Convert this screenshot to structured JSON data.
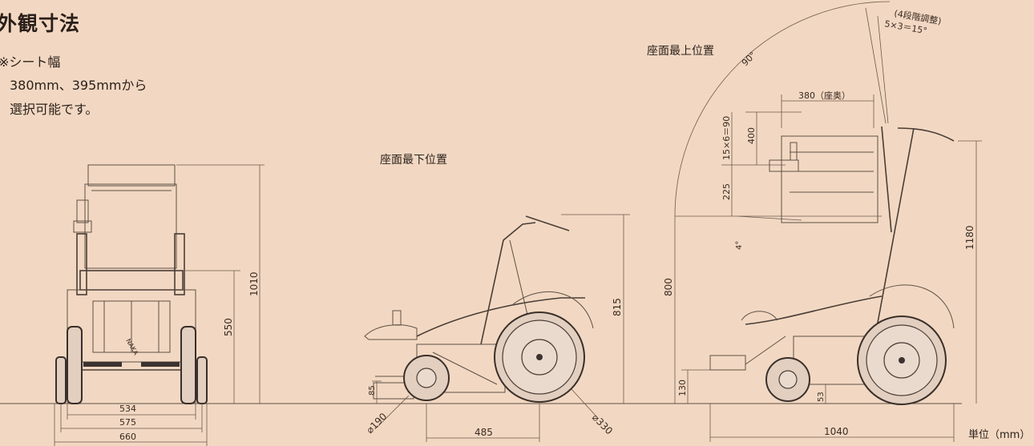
{
  "title": "外観寸法",
  "note": {
    "line1": "※シート幅",
    "line2": "380mm、395mmから",
    "line3": "選択可能です。"
  },
  "captions": {
    "lowest": "座面最下位置",
    "highest": "座面最上位置",
    "unit": "単位（mm）"
  },
  "front_view": {
    "width_534": "534",
    "width_575": "575",
    "width_660": "660",
    "height_550": "550",
    "height_1010": "1010",
    "brand": "NAKA"
  },
  "side_low": {
    "height_815": "815",
    "dim_85": "85",
    "length_485": "485",
    "front_wheel": "⌀190",
    "rear_wheel": "⌀330"
  },
  "side_high": {
    "recline_adjust": "(4段階調整)",
    "recline_formula": "5×3＝15°",
    "angle_90": "90°",
    "seat_depth": "380（座奥）",
    "dim_400": "400",
    "lift_formula": "15×6＝90",
    "dim_225": "225",
    "angle_4": "4°",
    "height_800": "800",
    "height_1180": "1180",
    "dim_130": "130",
    "dim_53": "53",
    "length_1040": "1040"
  },
  "colors": {
    "background": "#f2d8c2",
    "line": "#5e5047"
  }
}
